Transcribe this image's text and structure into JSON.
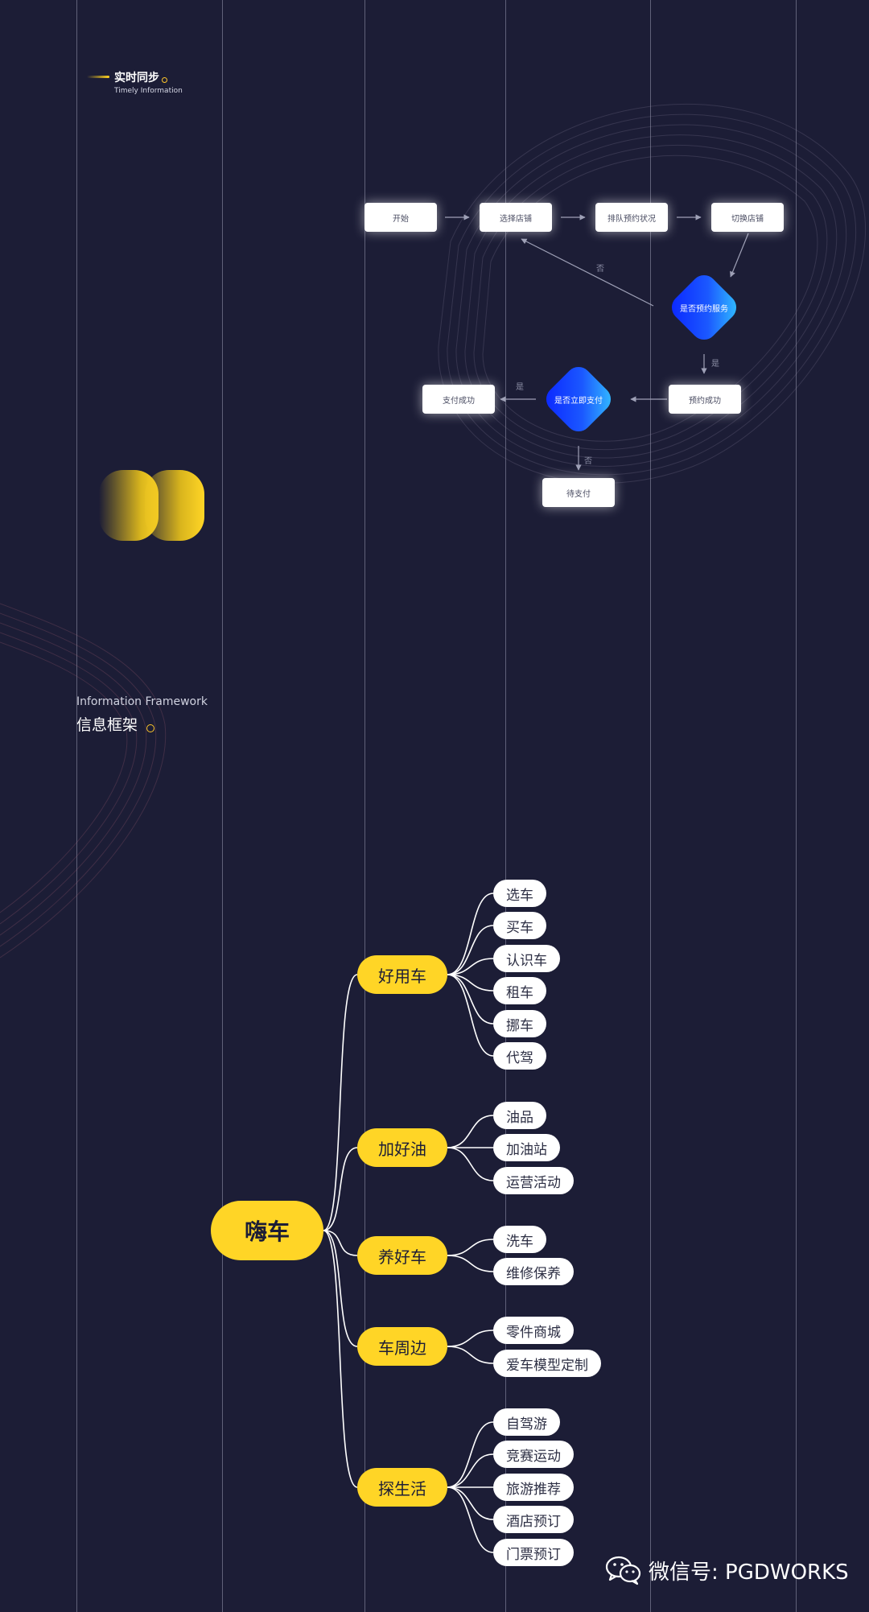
{
  "colors": {
    "background": "#1c1d36",
    "accent_yellow": "#ffd526",
    "diamond_blue": "#1b58ff",
    "gridline": "#bec0d7"
  },
  "section_timely": {
    "title_cn": "实时同步",
    "title_en": "Timely Information"
  },
  "flowchart": {
    "nodes": {
      "start": "开始",
      "select_store": "选择店铺",
      "queue_status": "排队预约状况",
      "switch_store": "切换店铺",
      "booking_success": "预约成功",
      "pay_success": "支付成功",
      "pending_payment": "待支付"
    },
    "decisions": {
      "reserve_service": "是否预约服务",
      "pay_now": "是否立即支付"
    },
    "edge_labels": {
      "no_to_select": "否",
      "yes_to_booking": "是",
      "yes_to_pay": "是",
      "no_to_pending": "否"
    }
  },
  "section_framework": {
    "title_en": "Information Framework",
    "title_cn": "信息框架"
  },
  "mindmap": {
    "root": "嗨车",
    "branches": [
      {
        "label": "好用车",
        "children": [
          "选车",
          "买车",
          "认识车",
          "租车",
          "挪车",
          "代驾"
        ]
      },
      {
        "label": "加好油",
        "children": [
          "油品",
          "加油站",
          "运营活动"
        ]
      },
      {
        "label": "养好车",
        "children": [
          "洗车",
          "维修保养"
        ]
      },
      {
        "label": "车周边",
        "children": [
          "零件商城",
          "爱车模型定制"
        ]
      },
      {
        "label": "探生活",
        "children": [
          "自驾游",
          "竞赛运动",
          "旅游推荐",
          "酒店预订",
          "门票预订"
        ]
      }
    ]
  },
  "watermark": {
    "icon": "wechat-icon",
    "text": "微信号: PGDWORKS"
  }
}
